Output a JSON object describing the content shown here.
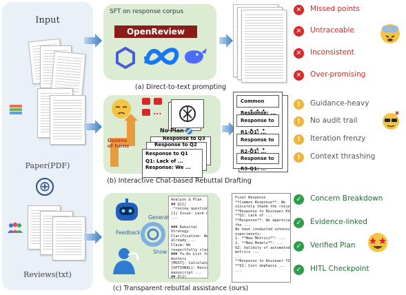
{
  "input": {
    "title": "Input",
    "paper_label": "Paper(PDF)",
    "reviews_label": "Reviews(txt)",
    "plus": "⊕"
  },
  "panel_a": {
    "header": "SFT on response corpus",
    "logo_text": "OpenReview",
    "caption": "(a) Direct-to-text prompting"
  },
  "panel_b": {
    "caption": "(b) Interactive Chat-based Rebuttal Drafting",
    "no_plan": "No Plan",
    "dozens": "Dozens\nof turns",
    "stack": [
      "Response to Q3",
      "Response to Q2",
      "Response to Q1",
      "Q1: Lack of ...",
      "Response: We ..."
    ],
    "boxes": [
      "Common Response: ...",
      "Response to R1-Q1: ...",
      "Response to R2-Q1: ...",
      "Response to R3-Q1: ..."
    ],
    "dots": "• • •",
    "red_dots": "..."
  },
  "panel_c": {
    "caption": "(c) Transparent rebuttal assistance (ours)",
    "feedback": "Feedback",
    "generate": "Generate",
    "show": "Show",
    "analyze": "Analyze & Plan\n## Q[1]\n \"review_question\n[1] Issue: Lack of\n...\n\n### Rebuttal\nStrategy\nClarification: We\nalready ...\nClaim: We\nrespectfully clarify ...\n### To-Do List for\nAuthors\n[MUST]: Calculate ...\n[OPTIONAL]: Revise\nmanuscript ...\n## Q[2]\n...",
    "final": "Final Response\n**Common Response**: We\nsincerely thank the reviews ...\n**Response to Reviewer Kdgx**:\n**Q1: Lack of ...\n**Response**: We appreciate\nthe ...\nWe have conducted extensive new\nexperiments:\n1. **New Metrics**: ...\n2. **New Models**: ...\nQ2: Validity of automated\nmetrics ...\n...\n**Response to Reviewer YZvY**:\n**Q1: Cost emphasis ...\n..."
  },
  "issues_a": [
    "Missed points",
    "Untraceable",
    "Inconsistent",
    "Over-promising"
  ],
  "issues_b": [
    "Guidance-heavy",
    "No audit trail",
    "Iteration frenzy",
    "Context thrashing"
  ],
  "issues_c": [
    "Concern Breakdown",
    "Evidence-linked",
    "Verified Plan",
    "HITL Checkpoint"
  ],
  "colors": {
    "red": "#d62828",
    "amber": "#f2b33d",
    "green": "#2e9c4a",
    "panel": "#dcecd3",
    "input_panel": "#e9f0f7",
    "arrow": "#4a86c5"
  }
}
